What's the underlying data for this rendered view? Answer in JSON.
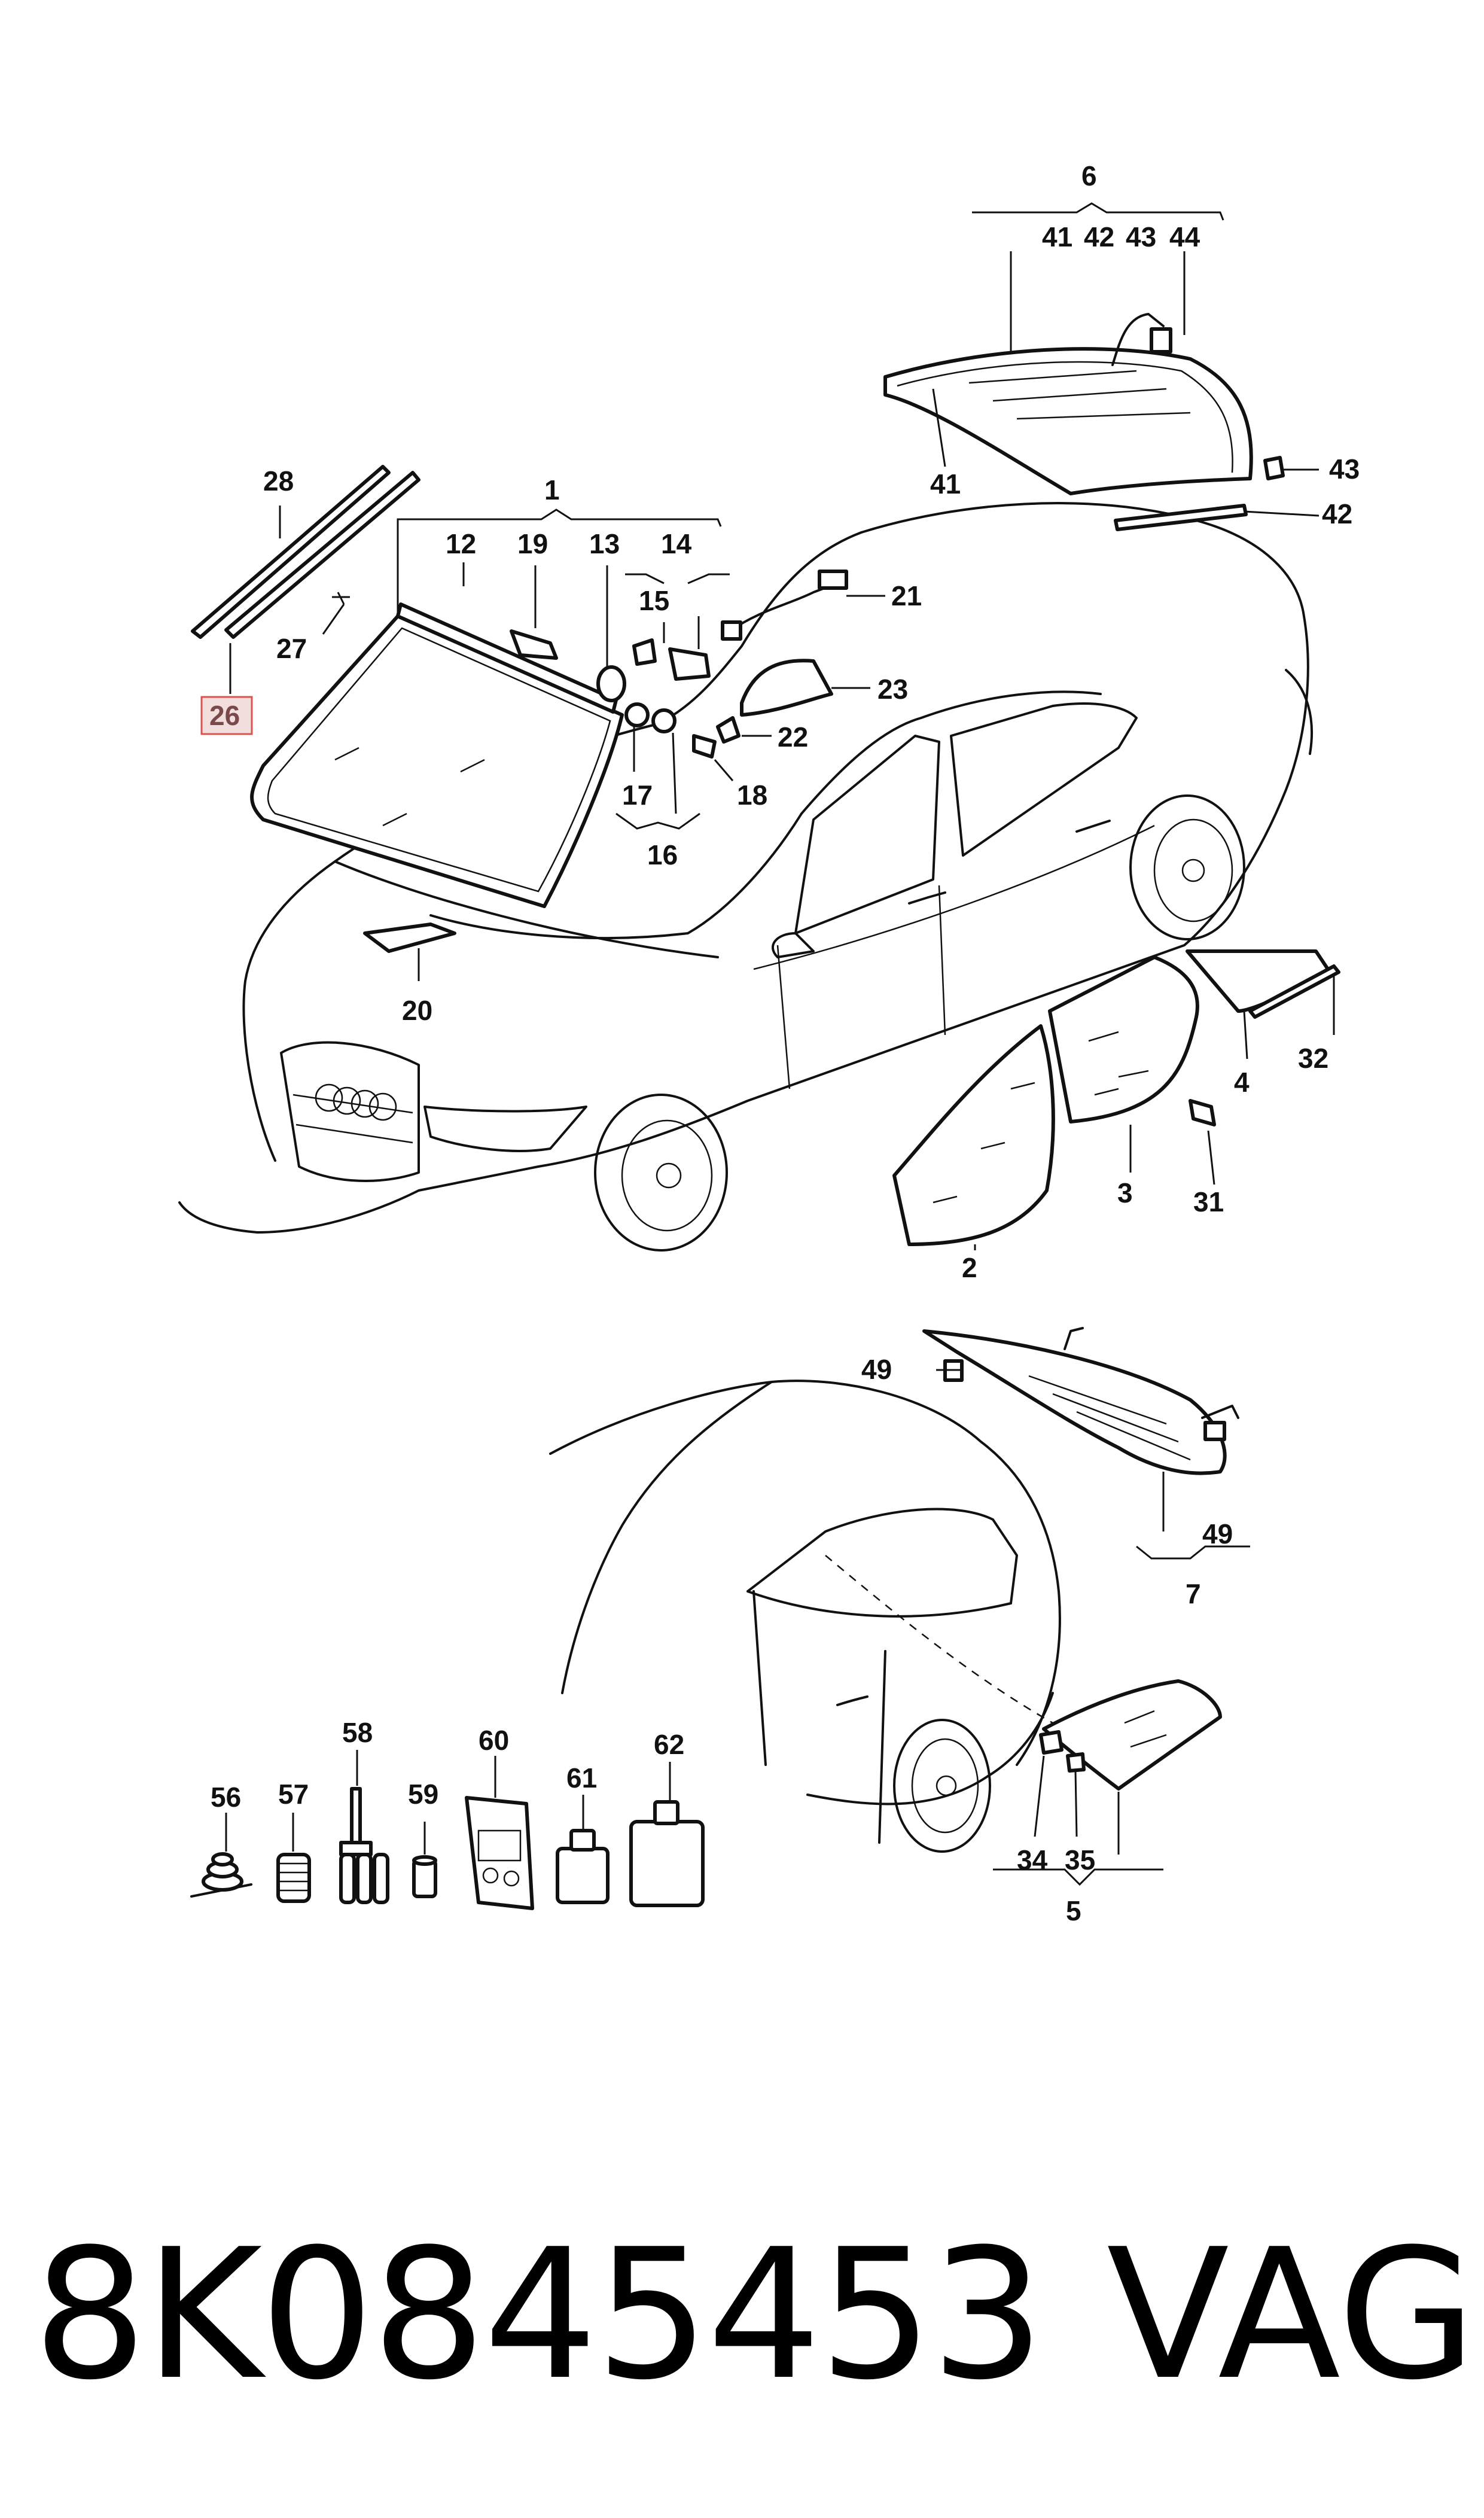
{
  "diagram": {
    "callouts": [
      {
        "id": "c1",
        "text": "1"
      },
      {
        "id": "c2",
        "text": "2"
      },
      {
        "id": "c3",
        "text": "3"
      },
      {
        "id": "c4",
        "text": "4"
      },
      {
        "id": "c5",
        "text": "5"
      },
      {
        "id": "c6",
        "text": "6"
      },
      {
        "id": "c7",
        "text": "7"
      },
      {
        "id": "c12",
        "text": "12"
      },
      {
        "id": "c13",
        "text": "13"
      },
      {
        "id": "c14",
        "text": "14"
      },
      {
        "id": "c15",
        "text": "15"
      },
      {
        "id": "c16",
        "text": "16"
      },
      {
        "id": "c17",
        "text": "17"
      },
      {
        "id": "c18",
        "text": "18"
      },
      {
        "id": "c19",
        "text": "19"
      },
      {
        "id": "c20",
        "text": "20"
      },
      {
        "id": "c21",
        "text": "21"
      },
      {
        "id": "c22",
        "text": "22"
      },
      {
        "id": "c23",
        "text": "23"
      },
      {
        "id": "c26",
        "text": "26"
      },
      {
        "id": "c27",
        "text": "27"
      },
      {
        "id": "c28",
        "text": "28"
      },
      {
        "id": "c31",
        "text": "31"
      },
      {
        "id": "c32",
        "text": "32"
      },
      {
        "id": "c34",
        "text": "34"
      },
      {
        "id": "c35",
        "text": "35"
      },
      {
        "id": "c41a",
        "text": "41"
      },
      {
        "id": "c41b",
        "text": "41"
      },
      {
        "id": "c42a",
        "text": "42"
      },
      {
        "id": "c42b",
        "text": "42"
      },
      {
        "id": "c43a",
        "text": "43"
      },
      {
        "id": "c43b",
        "text": "43"
      },
      {
        "id": "c44",
        "text": "44"
      },
      {
        "id": "c49a",
        "text": "49"
      },
      {
        "id": "c49b",
        "text": "49"
      },
      {
        "id": "c56",
        "text": "56"
      },
      {
        "id": "c57",
        "text": "57"
      },
      {
        "id": "c58",
        "text": "58"
      },
      {
        "id": "c59",
        "text": "59"
      },
      {
        "id": "c60",
        "text": "60"
      },
      {
        "id": "c61",
        "text": "61"
      },
      {
        "id": "c62",
        "text": "62"
      }
    ],
    "highlighted_callout": "26",
    "highlight_color": "#d9534f"
  },
  "footer": {
    "part_number": "8K0845453",
    "brand": "VAG"
  }
}
